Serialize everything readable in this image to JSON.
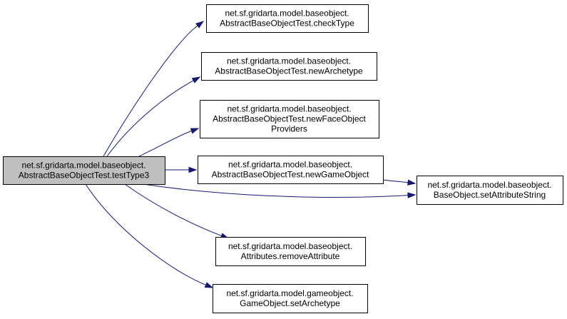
{
  "graph": {
    "colors": {
      "root_fill": "#bfbfbf",
      "node_fill": "#ffffff",
      "node_border": "#000000",
      "edge": "#191970"
    },
    "nodes": [
      {
        "id": "root",
        "lines": [
          "net.sf.gridarta.model.baseobject.",
          "AbstractBaseObjectTest.testType3"
        ],
        "is_root": true
      },
      {
        "id": "checkType",
        "lines": [
          "net.sf.gridarta.model.baseobject.",
          "AbstractBaseObjectTest.checkType"
        ]
      },
      {
        "id": "newArchetype",
        "lines": [
          "net.sf.gridarta.model.baseobject.",
          "AbstractBaseObjectTest.newArchetype"
        ]
      },
      {
        "id": "newFaceObjectProviders",
        "lines": [
          "net.sf.gridarta.model.baseobject.",
          "AbstractBaseObjectTest.newFaceObject",
          "Providers"
        ]
      },
      {
        "id": "newGameObject",
        "lines": [
          "net.sf.gridarta.model.baseobject.",
          "AbstractBaseObjectTest.newGameObject"
        ]
      },
      {
        "id": "setAttributeString",
        "lines": [
          "net.sf.gridarta.model.baseobject.",
          "BaseObject.setAttributeString"
        ]
      },
      {
        "id": "removeAttribute",
        "lines": [
          "net.sf.gridarta.model.baseobject.",
          "Attributes.removeAttribute"
        ]
      },
      {
        "id": "setArchetype",
        "lines": [
          "net.sf.gridarta.model.gameobject.",
          "GameObject.setArchetype"
        ]
      }
    ],
    "edges": [
      {
        "from": "root",
        "to": "checkType"
      },
      {
        "from": "root",
        "to": "newArchetype"
      },
      {
        "from": "root",
        "to": "newFaceObjectProviders"
      },
      {
        "from": "root",
        "to": "newGameObject"
      },
      {
        "from": "root",
        "to": "setAttributeString"
      },
      {
        "from": "root",
        "to": "removeAttribute"
      },
      {
        "from": "root",
        "to": "setArchetype"
      },
      {
        "from": "newGameObject",
        "to": "setAttributeString"
      }
    ]
  }
}
